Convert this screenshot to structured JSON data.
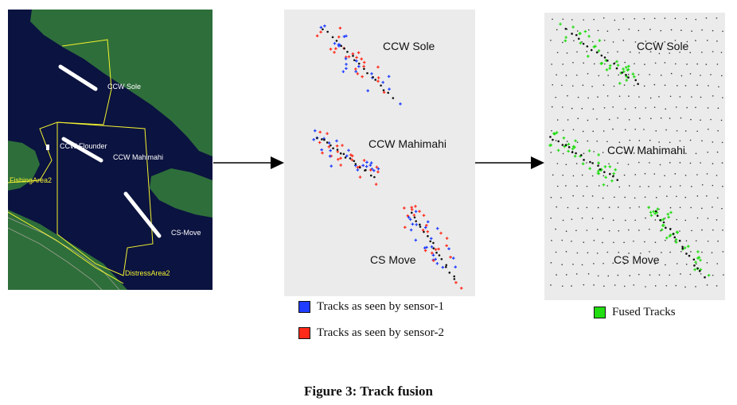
{
  "map": {
    "labels": {
      "sole": "CCW Sole",
      "flounder": "CCW Flounder",
      "mahimahi": "CCW Mahimahi",
      "csmove": "CS-Move",
      "fishing": "FishingArea2",
      "distress": "DistressArea2"
    }
  },
  "sensor_panel": {
    "labels": {
      "sole": "CCW Sole",
      "mahimahi": "CCW Mahimahi",
      "csmove": "CS Move"
    }
  },
  "fused_panel": {
    "labels": {
      "sole": "CCW Sole",
      "mahimahi": "CCW Mahimahi",
      "csmove": "CS Move"
    }
  },
  "legend": {
    "sensor1": {
      "label": "Tracks as seen by sensor-1",
      "color": "#1f3cff"
    },
    "sensor2": {
      "label": "Tracks as seen by sensor-2",
      "color": "#ff2a1a"
    },
    "fused": {
      "label": "Fused Tracks",
      "color": "#22dd11"
    }
  },
  "colors": {
    "map_bg": "#0b1340",
    "land": "#2e6e3a",
    "zone": "#f2f230",
    "track_core": "#111111"
  },
  "caption": "Figure 3: Track fusion"
}
